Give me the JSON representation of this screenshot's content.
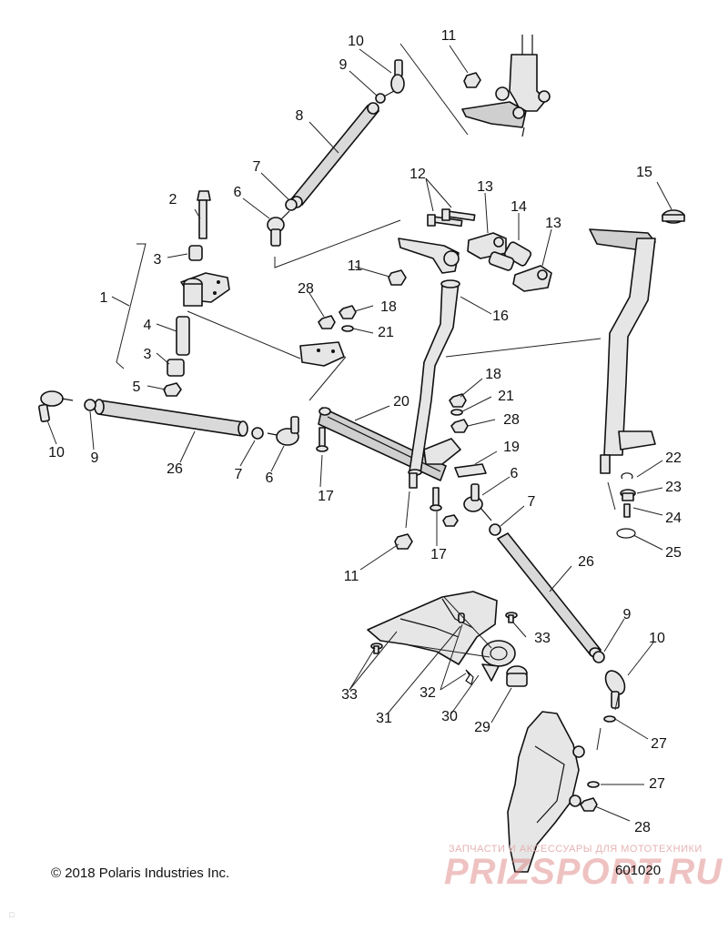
{
  "callouts": [
    {
      "id": "c1",
      "label": "1"
    },
    {
      "id": "c2",
      "label": "2"
    },
    {
      "id": "c3a",
      "label": "3"
    },
    {
      "id": "c3b",
      "label": "3"
    },
    {
      "id": "c4",
      "label": "4"
    },
    {
      "id": "c5",
      "label": "5"
    },
    {
      "id": "c6a",
      "label": "6"
    },
    {
      "id": "c6b",
      "label": "6"
    },
    {
      "id": "c6c",
      "label": "6"
    },
    {
      "id": "c7a",
      "label": "7"
    },
    {
      "id": "c7b",
      "label": "7"
    },
    {
      "id": "c7c",
      "label": "7"
    },
    {
      "id": "c8",
      "label": "8"
    },
    {
      "id": "c9a",
      "label": "9"
    },
    {
      "id": "c9b",
      "label": "9"
    },
    {
      "id": "c9c",
      "label": "9"
    },
    {
      "id": "c10a",
      "label": "10"
    },
    {
      "id": "c10b",
      "label": "10"
    },
    {
      "id": "c10c",
      "label": "10"
    },
    {
      "id": "c11a",
      "label": "11"
    },
    {
      "id": "c11b",
      "label": "11"
    },
    {
      "id": "c11c",
      "label": "11"
    },
    {
      "id": "c12",
      "label": "12"
    },
    {
      "id": "c13a",
      "label": "13"
    },
    {
      "id": "c13b",
      "label": "13"
    },
    {
      "id": "c14",
      "label": "14"
    },
    {
      "id": "c15",
      "label": "15"
    },
    {
      "id": "c16",
      "label": "16"
    },
    {
      "id": "c17a",
      "label": "17"
    },
    {
      "id": "c17b",
      "label": "17"
    },
    {
      "id": "c18a",
      "label": "18"
    },
    {
      "id": "c18b",
      "label": "18"
    },
    {
      "id": "c19",
      "label": "19"
    },
    {
      "id": "c20",
      "label": "20"
    },
    {
      "id": "c21a",
      "label": "21"
    },
    {
      "id": "c21b",
      "label": "21"
    },
    {
      "id": "c22",
      "label": "22"
    },
    {
      "id": "c23",
      "label": "23"
    },
    {
      "id": "c24",
      "label": "24"
    },
    {
      "id": "c25",
      "label": "25"
    },
    {
      "id": "c26a",
      "label": "26"
    },
    {
      "id": "c26b",
      "label": "26"
    },
    {
      "id": "c27a",
      "label": "27"
    },
    {
      "id": "c27b",
      "label": "27"
    },
    {
      "id": "c28a",
      "label": "28"
    },
    {
      "id": "c28b",
      "label": "28"
    },
    {
      "id": "c28c",
      "label": "28"
    },
    {
      "id": "c29",
      "label": "29"
    },
    {
      "id": "c30",
      "label": "30"
    },
    {
      "id": "c31",
      "label": "31"
    },
    {
      "id": "c32",
      "label": "32"
    },
    {
      "id": "c33a",
      "label": "33"
    },
    {
      "id": "c33b",
      "label": "33"
    }
  ],
  "footer": {
    "copyright": "© 2018 Polaris Industries Inc.",
    "figure_number": "601020"
  },
  "watermark": {
    "tagline": "ЗАПЧАСТИ И АКСЕССУАРЫ ДЛЯ МОТОТЕХНИКИ",
    "brand": "PRIZSPORT.RU"
  },
  "corner_mark": "□"
}
